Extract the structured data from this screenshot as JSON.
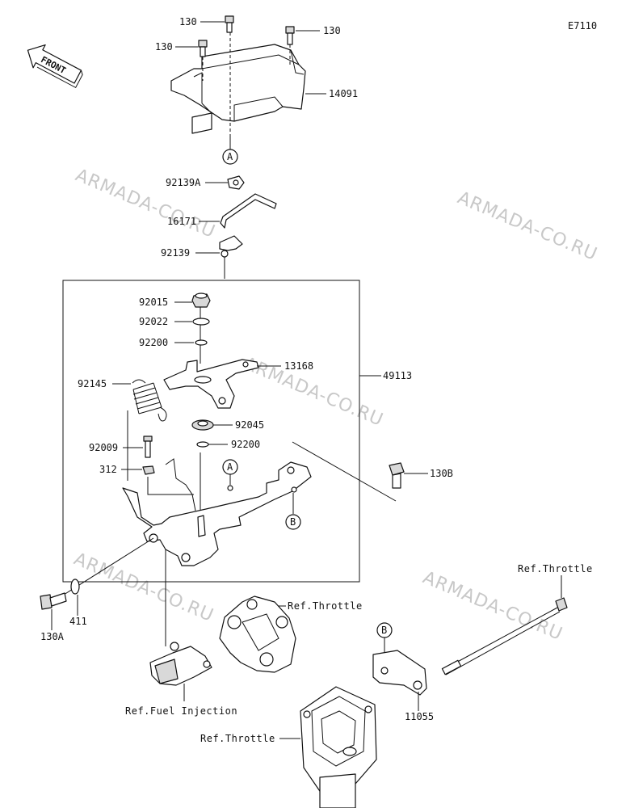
{
  "diagram_code": "E7110",
  "front_badge": "FRONT",
  "watermark": "ARMADA-CO.RU",
  "callouts": {
    "A": "A",
    "B": "B"
  },
  "part_labels": {
    "p130_a": "130",
    "p130_b": "130",
    "p130_c": "130",
    "p14091": "14091",
    "p92139A": "92139A",
    "p16171": "16171",
    "p92139": "92139",
    "p92015": "92015",
    "p92022": "92022",
    "p92200_a": "92200",
    "p13168": "13168",
    "p92145": "92145",
    "p49113": "49113",
    "p92045": "92045",
    "p92009": "92009",
    "p92200_b": "92200",
    "p312": "312",
    "p130B": "130B",
    "p130A": "130A",
    "p411": "411",
    "p11055": "11055"
  },
  "references": {
    "throttle_top": "Ref.Throttle",
    "throttle_mid": "Ref.Throttle",
    "throttle_bottom": "Ref.Throttle",
    "fuel_injection": "Ref.Fuel Injection"
  }
}
